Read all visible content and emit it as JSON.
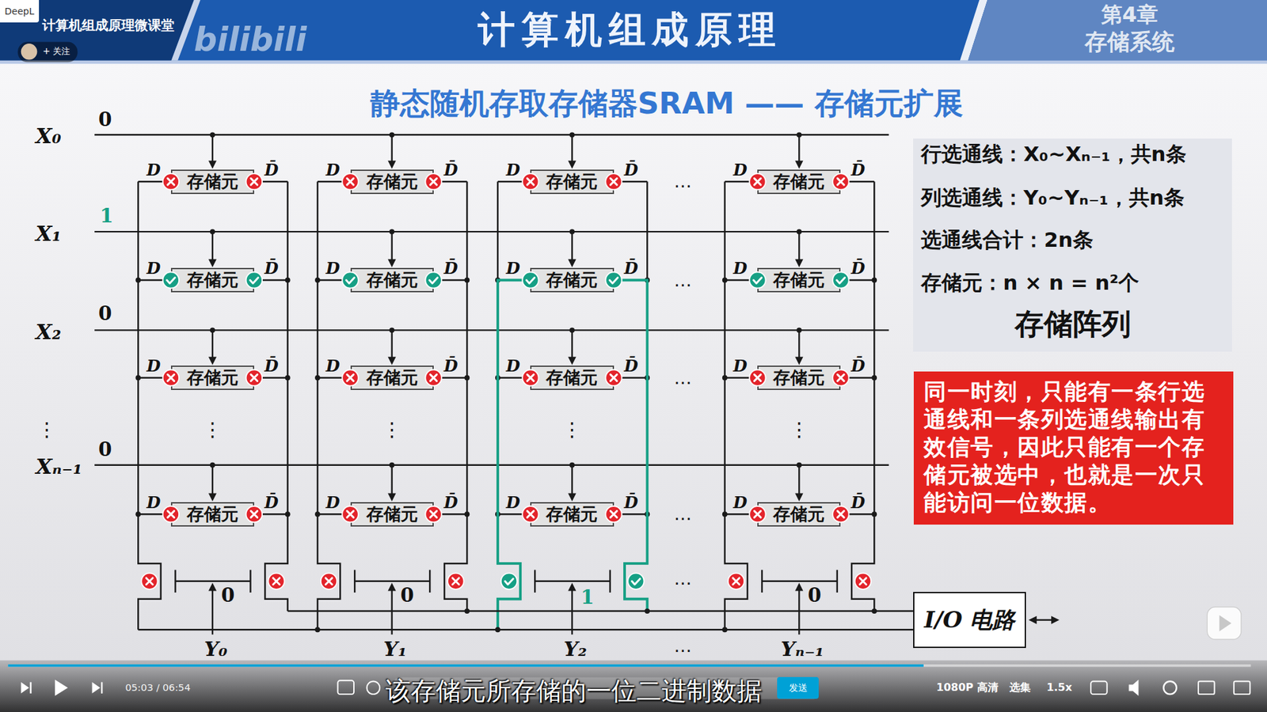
{
  "diagram": {
    "title": "静态随机存取存储器SRAM —— 存储元扩展",
    "nodes": [
      {
        "text": [
          "DeepL"
        ]
      },
      {
        "text": [
          "存储元"
        ]
      },
      {
        "text": [
          "存储元"
        ]
      },
      {
        "text": [
          "存储元"
        ]
      },
      {
        "text": [
          "存储元"
        ]
      },
      {
        "text": [
          "存储元"
        ]
      },
      {
        "text": [
          "存储元"
        ]
      },
      {
        "text": [
          "存储元"
        ]
      },
      {
        "text": [
          "存储元"
        ]
      },
      {
        "text": [
          "存储元"
        ]
      },
      {
        "text": [
          "存储元"
        ]
      },
      {
        "text": [
          "存储元"
        ]
      },
      {
        "text": [
          "存储元"
        ]
      },
      {
        "text": [
          "存储元"
        ]
      },
      {
        "text": [
          "存储元"
        ]
      },
      {
        "text": [
          "存储元"
        ]
      },
      {
        "text": [
          "存储元"
        ]
      },
      {
        "text": [
          "行选通线：X₀~Xₙ₋₁，共n条",
          "列选通线：Y₀~Yₙ₋₁，共n条",
          "选通线合计：2n条",
          "存储元：n × n = n²个",
          "存储阵列"
        ]
      },
      {
        "text": [
          "同一时刻，只能有一条行选通线和一条列选通线输出有效信号，因此只能有一个存储元被选中，也就是一次只能访问一位数据。"
        ]
      },
      {
        "text": [
          "I/O 电路"
        ]
      },
      {
        "text": [
          "发送"
        ]
      }
    ],
    "labels": [
      "计算机组成原理微课堂",
      "+ 关注",
      "bilibili",
      "计算机组成原理",
      "第4章",
      "存储系统",
      "0",
      "X₀",
      "1",
      "X₁",
      "0",
      "X₂",
      "⋮",
      "0",
      "Xₙ₋₁",
      "D",
      "D̄",
      "D",
      "D̄",
      "D",
      "D̄",
      "D",
      "D̄",
      "D",
      "D̄",
      "D",
      "D̄",
      "D",
      "D̄",
      "D",
      "D̄",
      "D",
      "D̄",
      "D",
      "D̄",
      "D",
      "D̄",
      "D",
      "D̄",
      "D",
      "D̄",
      "D",
      "D̄",
      "D",
      "D̄",
      "D",
      "D̄",
      "…",
      "…",
      "…",
      "…",
      "⋮",
      "⋮",
      "⋮",
      "⋮",
      "…",
      "0",
      "0",
      "1",
      "0",
      "…",
      "Y₀",
      "Y₁",
      "Y₂",
      "Yₙ₋₁",
      "05:03 / 06:54",
      "该存储元所存储的一位二进制数据",
      "1080P 高清",
      "选集",
      "1.5x"
    ]
  }
}
